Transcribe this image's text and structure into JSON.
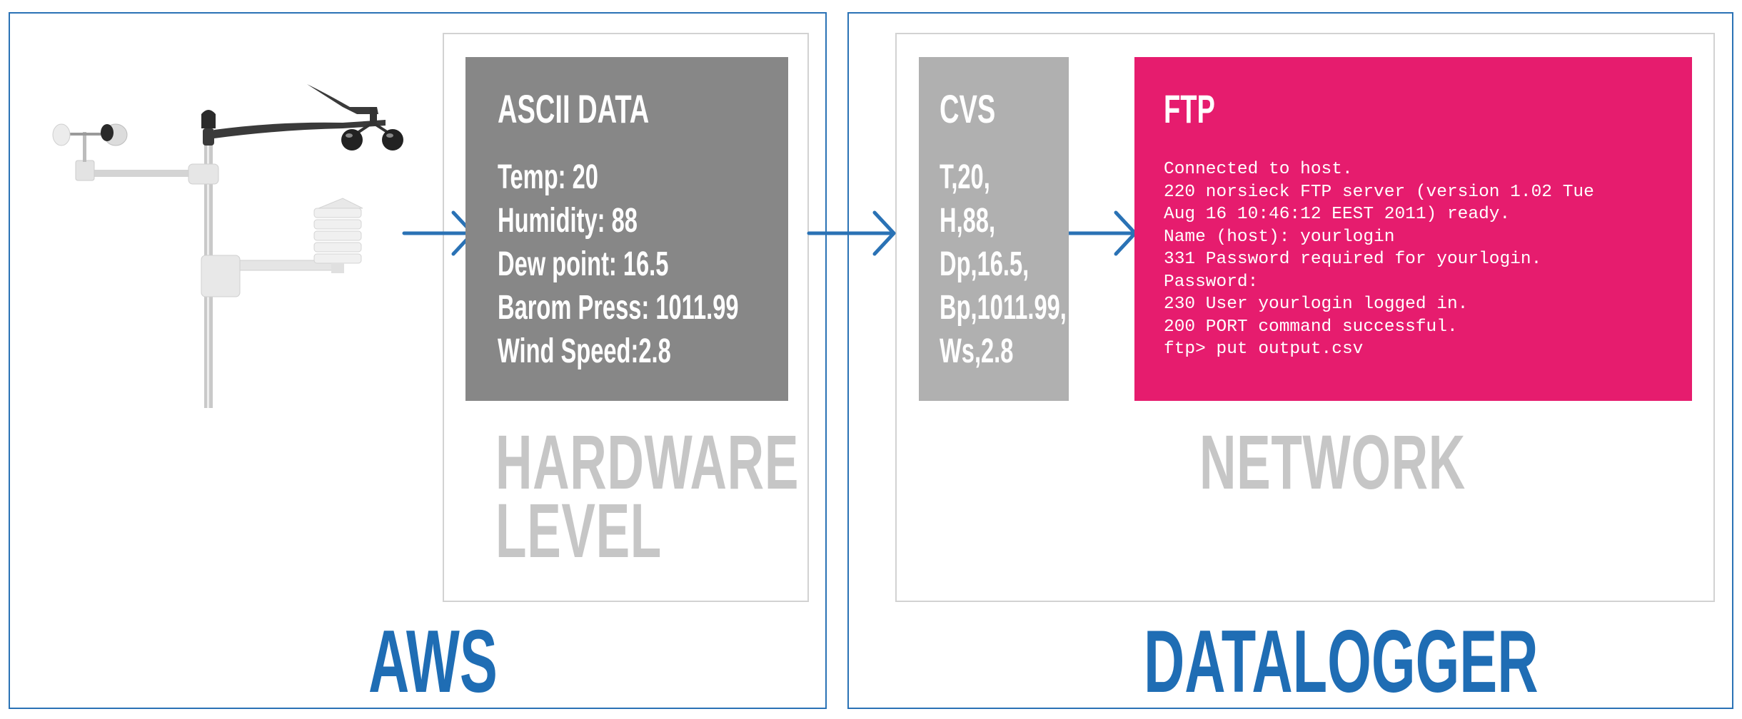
{
  "panels": {
    "aws": {
      "label": "AWS"
    },
    "datalogger": {
      "label": "DATALOGGER"
    }
  },
  "ascii_box": {
    "title": "ASCII DATA",
    "lines": [
      "Temp: 20",
      "Humidity: 88",
      "Dew point: 16.5",
      "Barom Press: 1011.99",
      "Wind Speed:2.8"
    ],
    "color": "#878787"
  },
  "cvs_box": {
    "title": "CVS",
    "lines": [
      "T,20,",
      "H,88,",
      "Dp,16.5,",
      "Bp,1011.99,",
      "Ws,2.8"
    ],
    "color": "#b0b0b0"
  },
  "ftp_box": {
    "title": "FTP",
    "terminal_lines": [
      "Connected to host.",
      "220 norsieck FTP server (version 1.02 Tue",
      "Aug 16 10:46:12 EEST 2011) ready.",
      "Name (host): yourlogin",
      "331 Password required for yourlogin.",
      "Password:",
      "230 User yourlogin logged in.",
      "200 PORT command successful.",
      "ftp> put output.csv"
    ],
    "color": "#e61c6e"
  },
  "section_labels": {
    "hardware": [
      "HARDWARE",
      "LEVEL"
    ],
    "network": "NETWORK"
  },
  "icons": {
    "weather_station": "weather-station-icon",
    "arrow": "arrow-right-icon"
  },
  "colors": {
    "accent": "#2a72b5",
    "label_gray": "#c6c6c6",
    "border_gray": "#d2d2d2"
  }
}
